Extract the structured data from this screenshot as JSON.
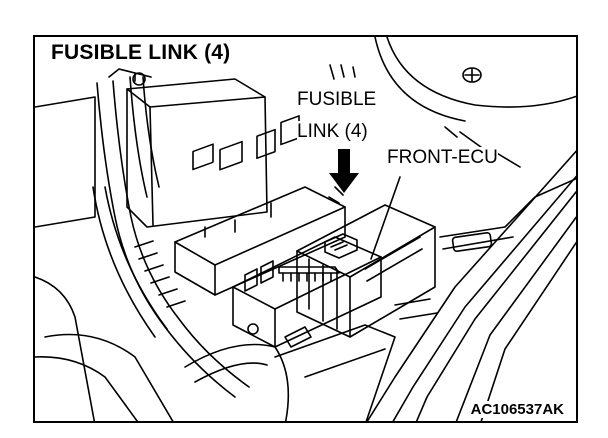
{
  "title": "FUSIBLE LINK (4)",
  "callouts": {
    "fusible_line1": "FUSIBLE",
    "fusible_line2": "LINK (4)",
    "front_ecu": "FRONT-ECU"
  },
  "figure_code": "AC106537AK"
}
